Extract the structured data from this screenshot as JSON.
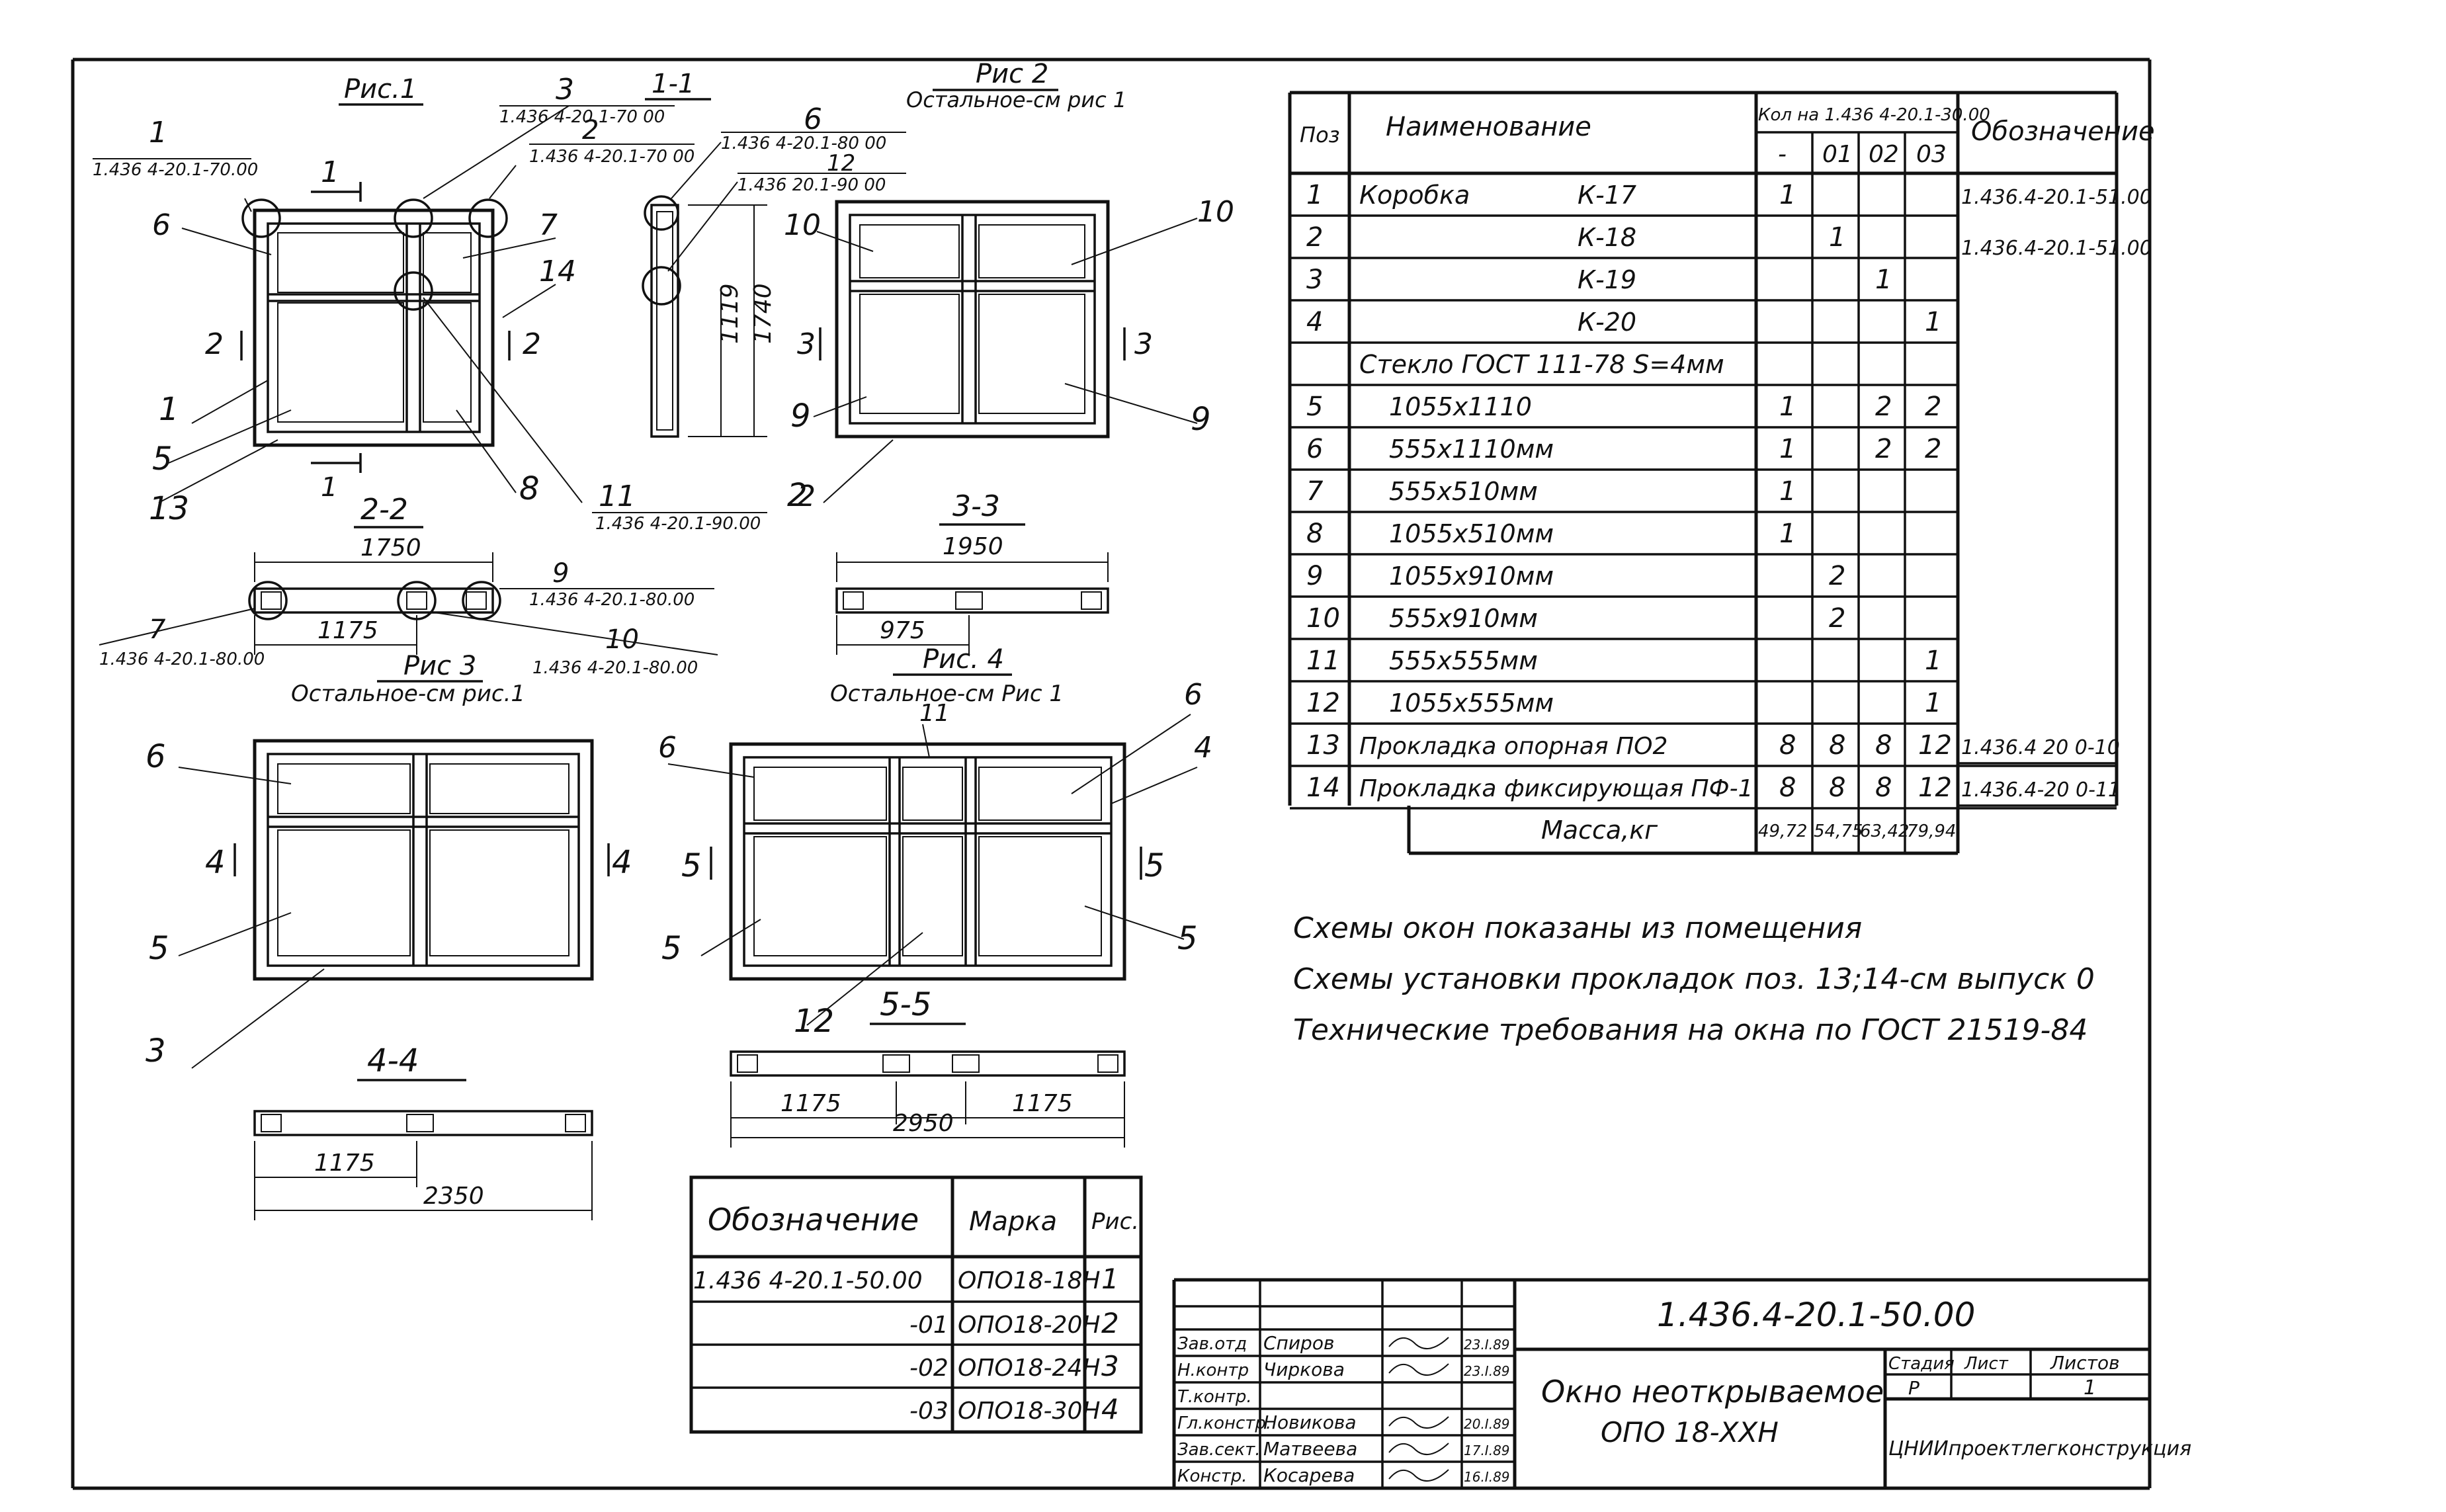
{
  "drawing": {
    "fig1": {
      "title": "Рис.1",
      "section_title": "1-1",
      "callouts": [
        {
          "num": "1",
          "ref": "1.436 4-20.1-70.00"
        },
        {
          "num": "3",
          "ref": "1.436 4-20.1-70 00"
        },
        {
          "num": "2",
          "ref": "1.436 4-20.1-70 00"
        },
        {
          "num": "6",
          "ref": "1.436 4-20.1-80 00"
        },
        {
          "num": "12",
          "ref": "1.436 20.1-90 00"
        },
        {
          "num": "11",
          "ref": "1.436 4-20.1-90.00"
        }
      ],
      "labels": [
        "6",
        "7",
        "14",
        "1",
        "5",
        "13",
        "8",
        "2",
        "10",
        "1",
        "2",
        "2"
      ],
      "dims": [
        "1119",
        "1740"
      ]
    },
    "fig2": {
      "title": "Рис 2",
      "subtitle": "Остальное-см рис 1",
      "labels": [
        "10",
        "10",
        "9",
        "9",
        "2",
        "3",
        "3"
      ]
    },
    "sec22": {
      "title": "2-2",
      "dim_total": "1750",
      "dim_part": "1175",
      "callouts": [
        {
          "num": "9",
          "ref": "1.436 4-20.1-80.00"
        },
        {
          "num": "7",
          "ref": "1.436 4-20.1-80.00"
        },
        {
          "num": "10",
          "ref": "1.436 4-20.1-80.00"
        }
      ]
    },
    "sec33": {
      "title": "3-3",
      "dim_total": "1950",
      "dim_part": "975"
    },
    "fig3": {
      "title": "Рис 3",
      "subtitle": "Остальное-см рис.1",
      "labels": [
        "6",
        "4",
        "4",
        "5",
        "3"
      ]
    },
    "fig4": {
      "title": "Рис. 4",
      "subtitle": "Остальное-см Рис 1",
      "labels": [
        "11",
        "6",
        "6",
        "4",
        "5",
        "5",
        "5",
        "5",
        "12"
      ]
    },
    "sec44": {
      "title": "4-4",
      "dim_part": "1175",
      "dim_total": "2350"
    },
    "sec55": {
      "title": "5-5",
      "dim_part1": "1175",
      "dim_part2": "1175",
      "dim_total": "2950"
    }
  },
  "spec_table": {
    "headers": {
      "pos": "Поз",
      "name": "Наименование",
      "qty": "Кол на 1.436 4-20.1-30.00",
      "designation": "Обозначение"
    },
    "qty_cols": [
      "-",
      "01",
      "02",
      "03"
    ],
    "rows": [
      {
        "pos": "1",
        "name": "Коробка",
        "mark": "К-17",
        "q": [
          "1",
          "",
          "",
          ""
        ],
        "designation": "1.436.4-20.1-51.00"
      },
      {
        "pos": "2",
        "name": "",
        "mark": "К-18",
        "q": [
          "",
          "1",
          "",
          ""
        ],
        "designation": ""
      },
      {
        "pos": "3",
        "name": "",
        "mark": "К-19",
        "q": [
          "",
          "",
          "1",
          ""
        ],
        "designation": ""
      },
      {
        "pos": "4",
        "name": "",
        "mark": "К-20",
        "q": [
          "",
          "",
          "",
          "1"
        ],
        "designation": ""
      },
      {
        "pos": "",
        "name": "Стекло ГОСТ 111-78  S=4мм",
        "mark": "",
        "q": [
          "",
          "",
          "",
          ""
        ],
        "designation": ""
      },
      {
        "pos": "5",
        "name": "1055х1110",
        "mark": "",
        "q": [
          "1",
          "",
          "2",
          "2"
        ],
        "designation": ""
      },
      {
        "pos": "6",
        "name": "555х1110мм",
        "mark": "",
        "q": [
          "1",
          "",
          "2",
          "2"
        ],
        "designation": ""
      },
      {
        "pos": "7",
        "name": "555х510мм",
        "mark": "",
        "q": [
          "1",
          "",
          "",
          ""
        ],
        "designation": ""
      },
      {
        "pos": "8",
        "name": "1055х510мм",
        "mark": "",
        "q": [
          "1",
          "",
          "",
          ""
        ],
        "designation": ""
      },
      {
        "pos": "9",
        "name": "1055х910мм",
        "mark": "",
        "q": [
          "",
          "2",
          "",
          ""
        ],
        "designation": ""
      },
      {
        "pos": "10",
        "name": "555х910мм",
        "mark": "",
        "q": [
          "",
          "2",
          "",
          ""
        ],
        "designation": ""
      },
      {
        "pos": "11",
        "name": "555х555мм",
        "mark": "",
        "q": [
          "",
          "",
          "",
          "1"
        ],
        "designation": ""
      },
      {
        "pos": "12",
        "name": "1055х555мм",
        "mark": "",
        "q": [
          "",
          "",
          "",
          "1"
        ],
        "designation": ""
      },
      {
        "pos": "13",
        "name": "Прокладка опорная ПО2",
        "mark": "",
        "q": [
          "8",
          "8",
          "8",
          "12"
        ],
        "designation": "1.436.4 20 0-10"
      },
      {
        "pos": "14",
        "name": "Прокладка фиксирующая ПФ-1",
        "mark": "",
        "q": [
          "8",
          "8",
          "8",
          "12"
        ],
        "designation": "1.436.4-20 0-11"
      }
    ],
    "mass_label": "Масса,кг",
    "mass": [
      "49,72",
      "54,75",
      "63,42",
      "79,94"
    ],
    "designation_group": "1.436.4-20.1-51.00"
  },
  "notes": [
    "Схемы окон показаны из помещения",
    "Схемы установки прокладок поз. 13;14-см выпуск 0",
    "Технические требования на окна по ГОСТ 21519-84"
  ],
  "marks_table": {
    "headers": [
      "Обозначение",
      "Марка",
      "Рис."
    ],
    "rows": [
      [
        "1.436 4-20.1-50.00",
        "ОПО18-18Н",
        "1"
      ],
      [
        "-01",
        "ОПО18-20Н",
        "2"
      ],
      [
        "-02",
        "ОПО18-24Н",
        "3"
      ],
      [
        "-03",
        "ОПО18-30Н",
        "4"
      ]
    ]
  },
  "title_block": {
    "code": "1.436.4-20.1-50.00",
    "name_line1": "Окно неоткрываемое",
    "name_line2": "ОПО 18-ХХН",
    "stage_label": "Стадия",
    "sheet_label": "Лист",
    "sheets_label": "Листов",
    "stage": "Р",
    "sheets": "1",
    "org": "ЦНИИпроектлегконструкция",
    "signers": [
      {
        "role": "Зав.отд",
        "name": "Спиров",
        "date": "23.I.89"
      },
      {
        "role": "Н.контр",
        "name": "Чиркова",
        "date": "23.I.89"
      },
      {
        "role": "Т.контр.",
        "name": "",
        "date": ""
      },
      {
        "role": "Гл.констр.",
        "name": "Новикова",
        "date": "20.I.89"
      },
      {
        "role": "Зав.сект.",
        "name": "Матвеева",
        "date": "17.I.89"
      },
      {
        "role": "Констр.",
        "name": "Косарева",
        "date": "16.I.89"
      }
    ]
  }
}
